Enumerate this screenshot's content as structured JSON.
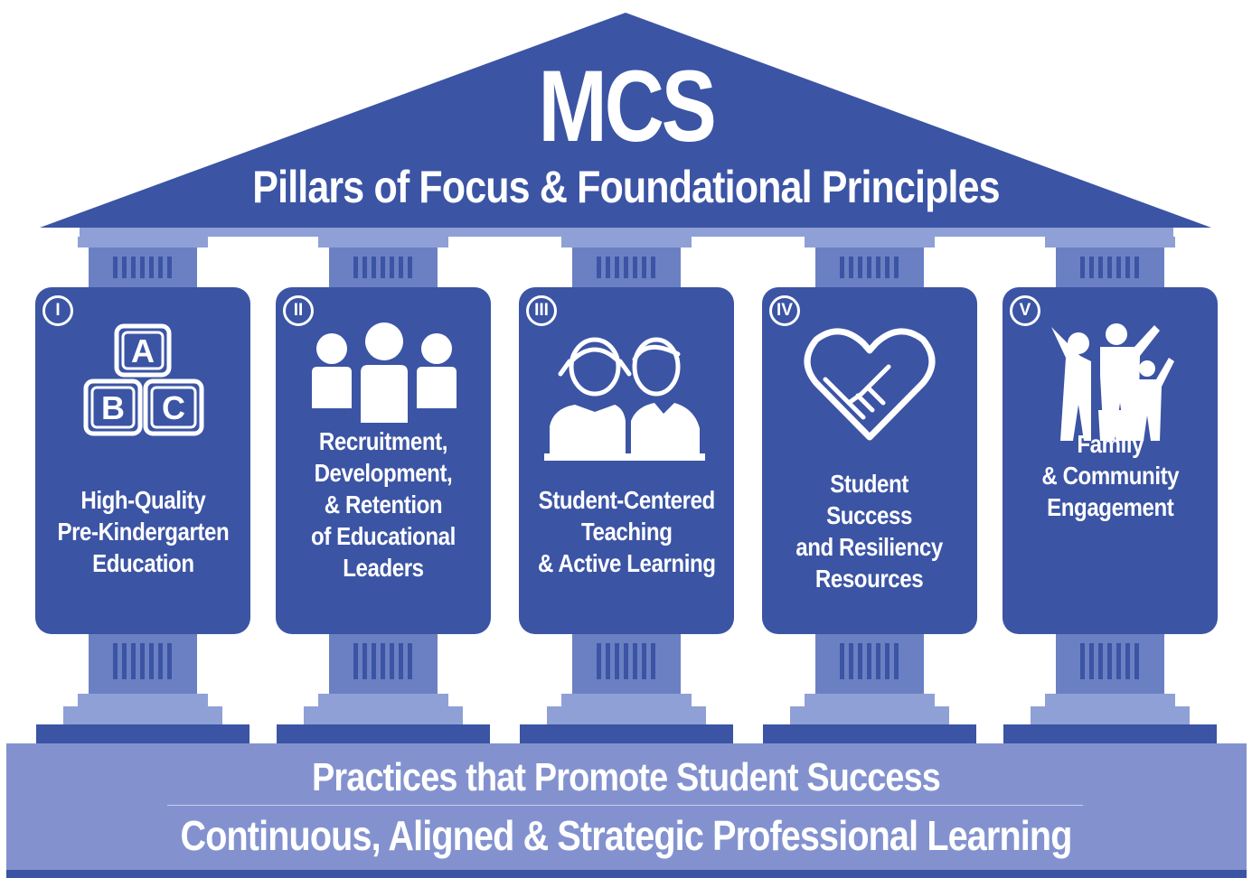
{
  "roof": {
    "title": "MCS",
    "subtitle": "Pillars of Focus & Foundational Principles"
  },
  "pillars": [
    {
      "numeral": "I",
      "icon": "abc-blocks-icon",
      "label": "High-Quality\nPre-Kindergarten\nEducation"
    },
    {
      "numeral": "II",
      "icon": "people-group-icon",
      "label": "Recruitment,\nDevelopment,\n& Retention\nof Educational\nLeaders"
    },
    {
      "numeral": "III",
      "icon": "students-icon",
      "label": "Student-Centered\nTeaching\n& Active Learning"
    },
    {
      "numeral": "IV",
      "icon": "handshake-heart-icon",
      "label": "Student\nSuccess\nand Resiliency\nResources"
    },
    {
      "numeral": "V",
      "icon": "family-icon",
      "label": "Family\n& Community\nEngagement"
    }
  ],
  "foundation": {
    "line1": "Practices that Promote Student Success",
    "line2": "Continuous, Aligned & Strategic Professional Learning"
  },
  "colors": {
    "dark_blue": "#3b54a4",
    "medium_blue": "#6b80c3",
    "light_blue": "#8fa0d6",
    "base_blue": "#8392cf"
  }
}
